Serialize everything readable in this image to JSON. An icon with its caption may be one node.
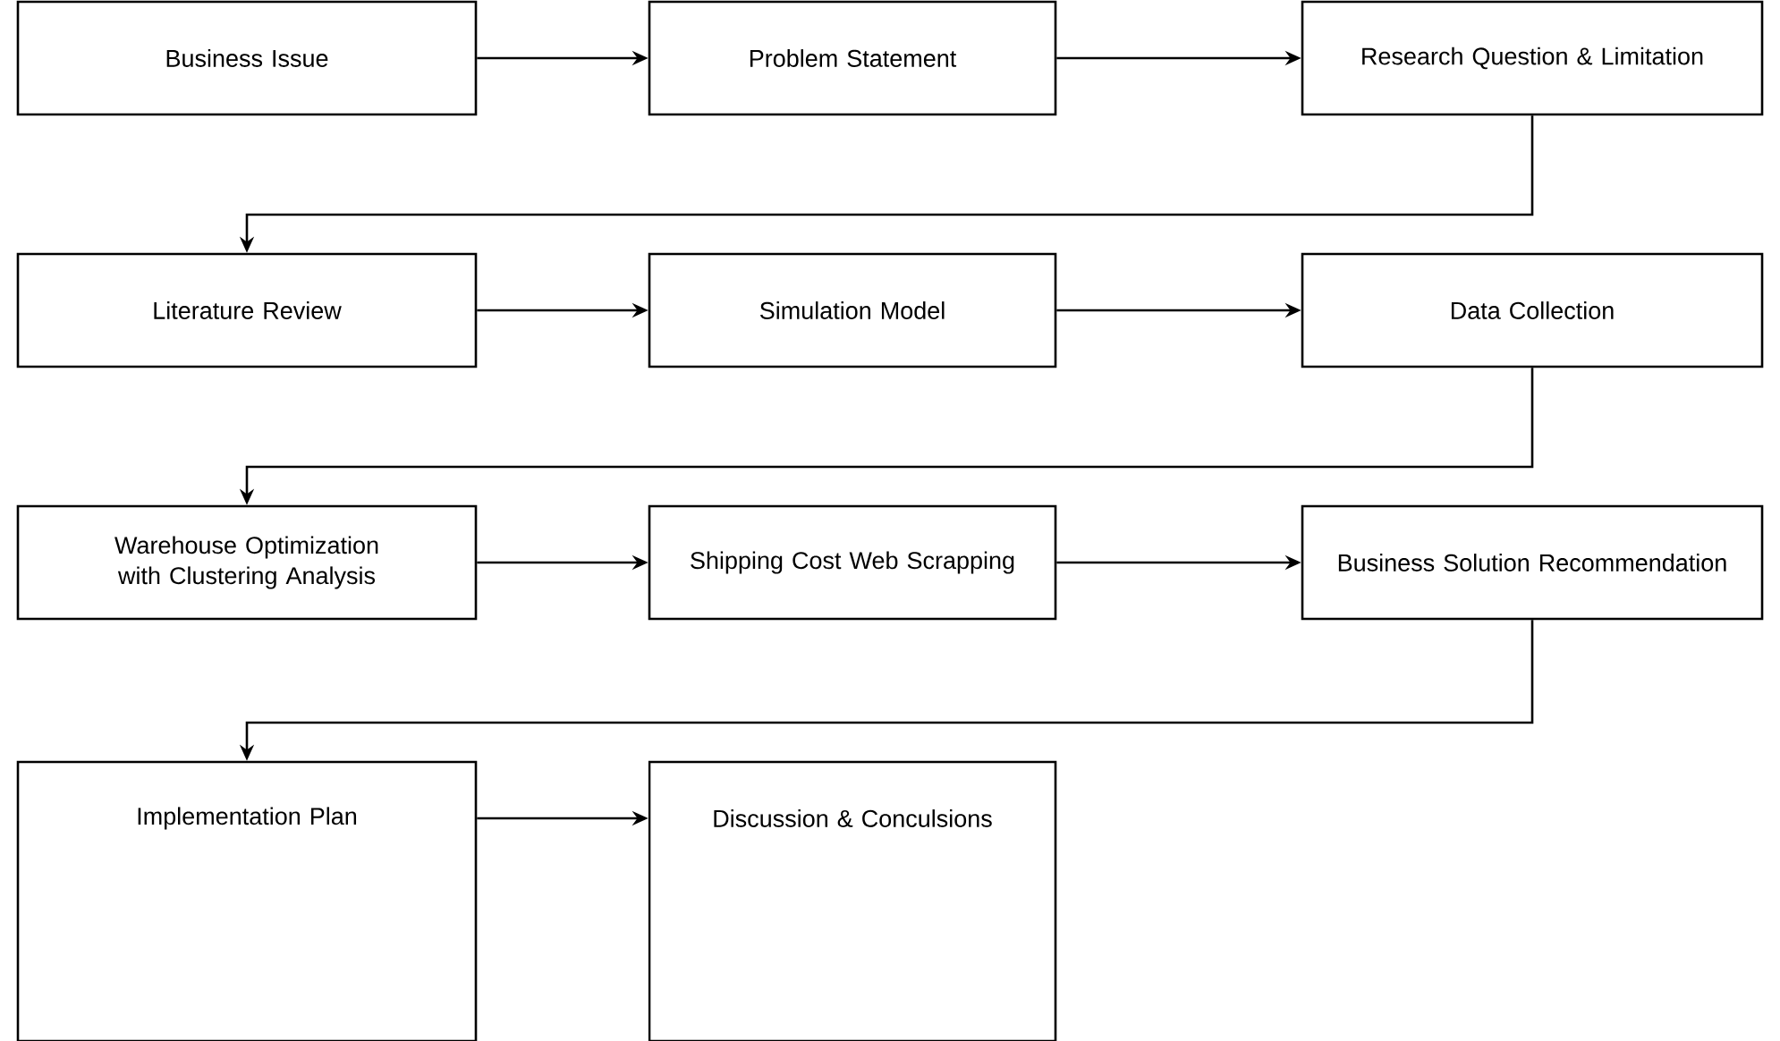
{
  "diagram": {
    "nodes": [
      {
        "text": [
          "Business Issue"
        ]
      },
      {
        "text": [
          "Problem Statement"
        ]
      },
      {
        "text": [
          "Research Question & Limitation"
        ]
      },
      {
        "text": [
          "Literature Review"
        ]
      },
      {
        "text": [
          "Simulation Model"
        ]
      },
      {
        "text": [
          "Data Collection"
        ]
      },
      {
        "text": [
          "Warehouse Optimization with Clustering Analysis"
        ]
      },
      {
        "text": [
          "Shipping Cost Web Scrapping"
        ]
      },
      {
        "text": [
          "Business Solution Recommendation"
        ]
      },
      {
        "text": [
          "Implementation Plan"
        ]
      },
      {
        "text": [
          "Discussion & Conculsions"
        ]
      }
    ],
    "edges": [
      {
        "from": 0,
        "to": 1,
        "arrow": "to"
      },
      {
        "from": 1,
        "to": 2,
        "arrow": "to"
      },
      {
        "from": 2,
        "to": 3,
        "arrow": "to"
      },
      {
        "from": 3,
        "to": 4,
        "arrow": "to"
      },
      {
        "from": 4,
        "to": 5,
        "arrow": "to"
      },
      {
        "from": 5,
        "to": 6,
        "arrow": "to"
      },
      {
        "from": 6,
        "to": 7,
        "arrow": "to"
      },
      {
        "from": 7,
        "to": 8,
        "arrow": "to"
      },
      {
        "from": 8,
        "to": 9,
        "arrow": "to"
      },
      {
        "from": 9,
        "to": 10,
        "arrow": "to"
      }
    ]
  }
}
